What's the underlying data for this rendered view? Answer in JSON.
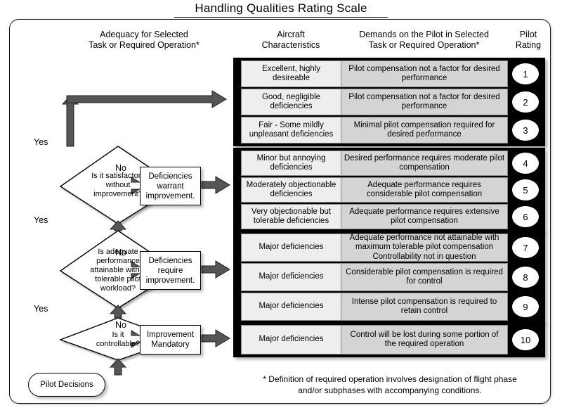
{
  "title": "Handling Qualities Rating Scale",
  "headers": {
    "adequacy": "Adequacy for Selected\nTask or Required  Operation*",
    "adequacy_l1": "Adequacy for Selected",
    "adequacy_l2": "Task or Required  Operation*",
    "aircraft_l1": "Aircraft",
    "aircraft_l2": "Characteristics",
    "demands_l1": "Demands on the Pilot in Selected",
    "demands_l2": "Task or Required Operation*",
    "rating_l1": "Pilot",
    "rating_l2": "Rating"
  },
  "blocks": [
    {
      "name": "satisfactory-block",
      "rows": [
        {
          "characteristics": "Excellent, highly desireable",
          "demands": "Pilot compensation not a factor for desired performance",
          "rating": "1"
        },
        {
          "characteristics": "Good, negligible deficiencies",
          "demands": "Pilot compensation not a factor for desired performance",
          "rating": "2"
        },
        {
          "characteristics": "Fair - Some mildly unpleasant deficiencies",
          "demands": "Minimal pilot compensation required for desired performance",
          "rating": "3"
        }
      ]
    },
    {
      "name": "deficiencies-warrant-block",
      "rows": [
        {
          "characteristics": "Minor but annoying deficiencies",
          "demands": "Desired performance requires moderate pilot compensation",
          "rating": "4"
        },
        {
          "characteristics": "Moderately objectionable deficiencies",
          "demands": "Adequate performance requires considerable pilot compensation",
          "rating": "5"
        },
        {
          "characteristics": "Very objectionable but tolerable deficiencies",
          "demands": "Adequate performance requires extensive pilot compensation",
          "rating": "6"
        }
      ]
    },
    {
      "name": "deficiencies-require-block",
      "rows": [
        {
          "characteristics": "Major deficiencies",
          "demands": "Adequate performance not attainable with maximum tolerable pilot compensation Controllability not in question",
          "rating": "7"
        },
        {
          "characteristics": "Major deficiencies",
          "demands": "Considerable pilot compensation is required for control",
          "rating": "8"
        },
        {
          "characteristics": "Major deficiencies",
          "demands": "Intense pilot compensation is required to retain control",
          "rating": "9"
        }
      ]
    },
    {
      "name": "improvement-mandatory-block",
      "rows": [
        {
          "characteristics": "Major deficiencies",
          "demands": "Control will be lost during some portion of the required operation",
          "rating": "10"
        }
      ]
    }
  ],
  "flow": {
    "decisions": [
      {
        "name": "decision-satisfactory",
        "l1": "Is it satisfactory",
        "l2": "without",
        "l3": "improvement?"
      },
      {
        "name": "decision-adequate-performance",
        "l1": "Is adequate",
        "l2": "performance",
        "l3": "attainable with a",
        "l4": "tolerable pilot",
        "l5": "workload?"
      },
      {
        "name": "decision-controllable",
        "l1": "Is it",
        "l2": "controllable?"
      }
    ],
    "processes": [
      {
        "name": "process-deficiencies-warrant",
        "l1": "Deficiencies",
        "l2": "warrant",
        "l3": "improvement."
      },
      {
        "name": "process-deficiencies-require",
        "l1": "Deficiencies",
        "l2": "require",
        "l3": "improvement."
      },
      {
        "name": "process-improvement-mandatory",
        "l1": "Improvement",
        "l2": "Mandatory"
      }
    ],
    "start": "Pilot Decisions",
    "yes_label": "Yes",
    "no_label": "No"
  },
  "footnote_l1": "* Definition of required operation involves designation of flight phase",
  "footnote_l2": "and/or subphases with accompanying conditions.",
  "colors": {
    "frame": "#151515",
    "block_shell": "#000000",
    "characteristics_cell": "#eeeeee",
    "demands_cell": "#d4d4d4",
    "arrow": "#4a4a4a"
  }
}
